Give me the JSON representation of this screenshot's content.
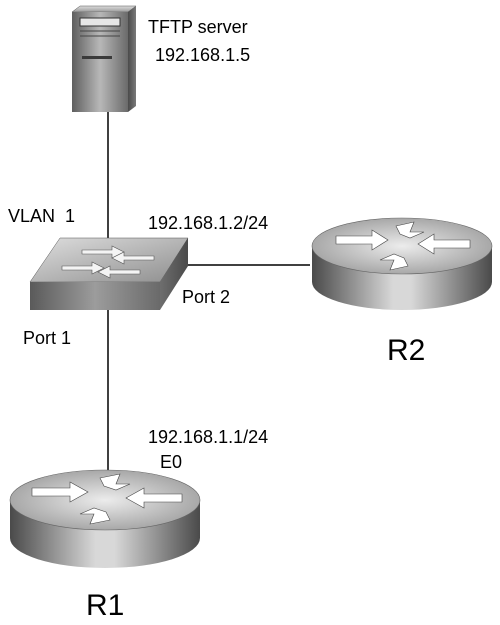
{
  "server": {
    "name": "TFTP server",
    "ip": "192.168.1.5"
  },
  "switch": {
    "vlan_label": "VLAN  1",
    "port1_label": "Port 1",
    "port2_label": "Port 2"
  },
  "routers": {
    "r1": {
      "name": "R1",
      "ip": "192.168.1.1/24",
      "interface": "E0"
    },
    "r2": {
      "name": "R2",
      "ip": "192.168.1.2/24"
    }
  }
}
